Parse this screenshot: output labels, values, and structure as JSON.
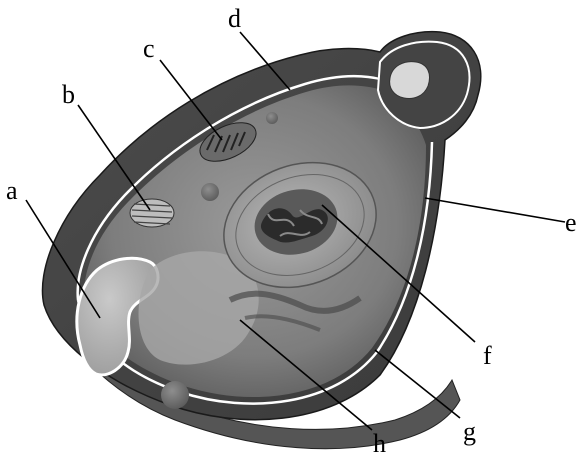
{
  "diagram": {
    "labels": {
      "a": "a",
      "b": "b",
      "c": "c",
      "d": "d",
      "e": "e",
      "f": "f",
      "g": "g",
      "h": "h"
    }
  },
  "colors": {
    "line": "#000000",
    "background": "#ffffff"
  }
}
